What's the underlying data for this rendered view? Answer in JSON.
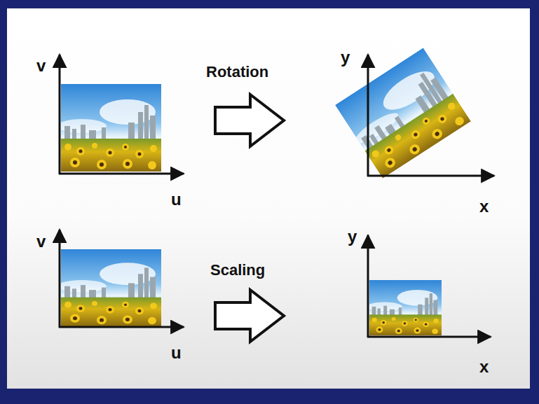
{
  "diagram": {
    "labels": [
      "v",
      "u",
      "Rotation",
      "y",
      "x",
      "v",
      "u",
      "Scaling",
      "y",
      "x"
    ]
  }
}
